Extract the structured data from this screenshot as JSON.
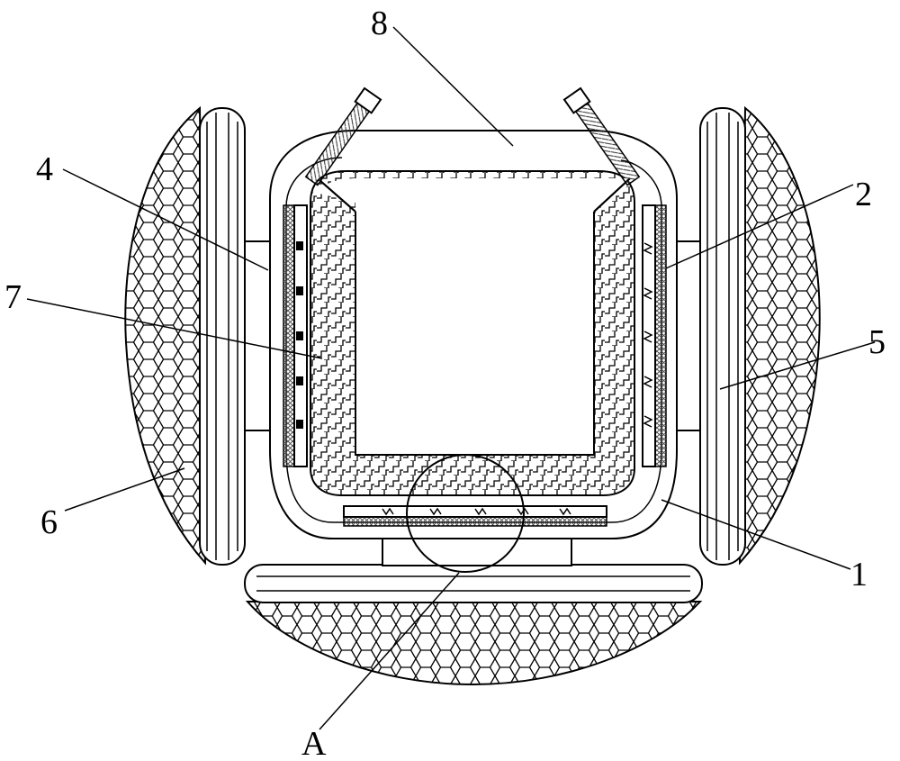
{
  "figure": {
    "labels": {
      "l1": "1",
      "l2": "2",
      "l4": "4",
      "l5": "5",
      "l6": "6",
      "l7": "7",
      "l8": "8",
      "lA": "A"
    }
  },
  "colors": {
    "stroke": "#000000",
    "background": "#ffffff",
    "hatch": "#555555"
  }
}
